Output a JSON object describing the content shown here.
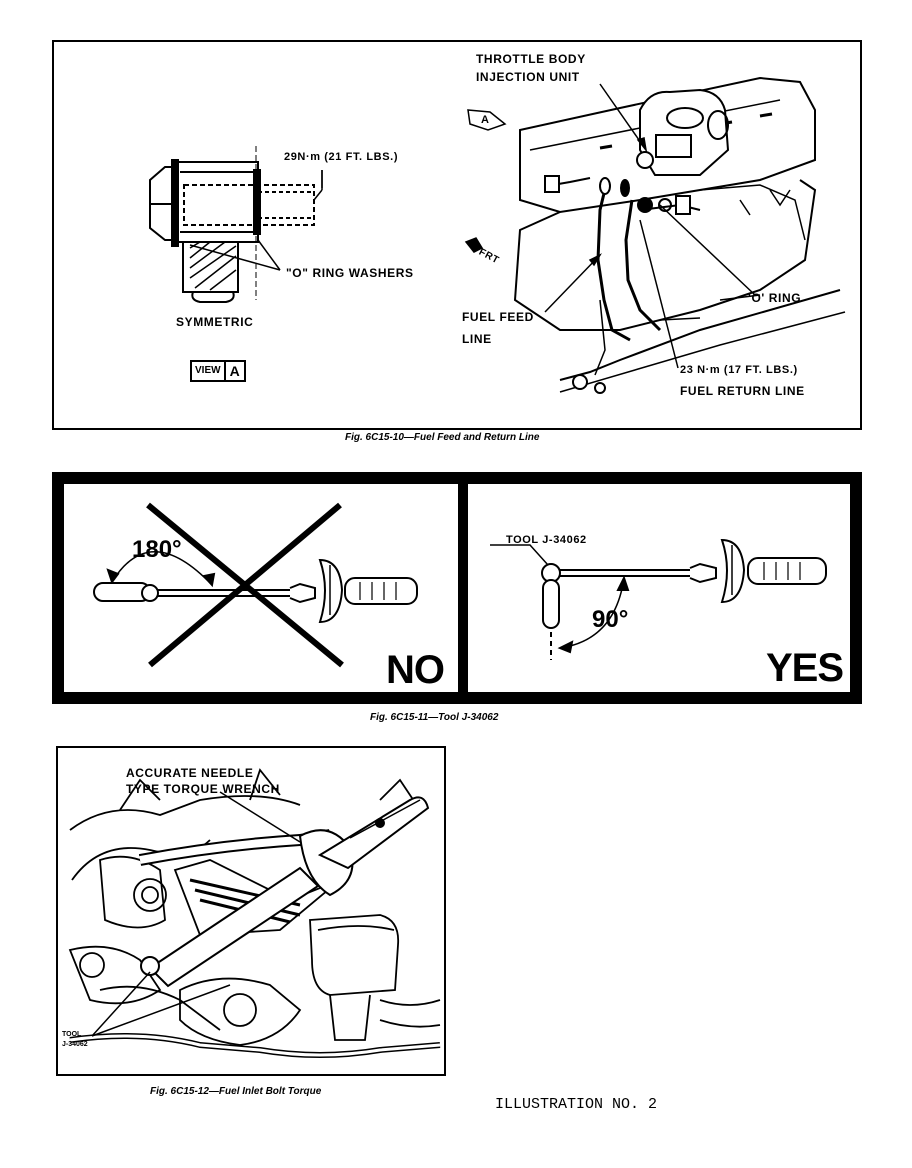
{
  "fig10": {
    "throttle_body_line1": "THROTTLE BODY",
    "throttle_body_line2": "INJECTION UNIT",
    "view_a_marker": "A",
    "frt_marker": "FRT",
    "torque_29": "29N·m (21 FT. LBS.)",
    "o_ring_washers": "\"O\" RING WASHERS",
    "symmetric": "SYMMETRIC",
    "view_label": "VIEW",
    "view_letter": "A",
    "o_ring": "'O' RING",
    "fuel_feed_line1": "FUEL FEED",
    "fuel_feed_line2": "LINE",
    "torque_23": "23 N·m (17 FT. LBS.)",
    "fuel_return_line": "FUEL RETURN LINE",
    "caption": "Fig. 6C15-10—Fuel Feed and Return Line"
  },
  "fig11": {
    "angle_no": "180°",
    "no_label": "NO",
    "tool_label": "TOOL J-34062",
    "angle_yes": "90°",
    "yes_label": "YES",
    "caption": "Fig. 6C15-11—Tool J-34062"
  },
  "fig12": {
    "wrench_line1": "ACCURATE NEEDLE",
    "wrench_line2": "TYPE TORQUE WRENCH",
    "tool_line1": "TOOL",
    "tool_line2": "J-34062",
    "caption": "Fig. 6C15-12—Fuel Inlet Bolt Torque"
  },
  "footer": "ILLUSTRATION NO. 2"
}
